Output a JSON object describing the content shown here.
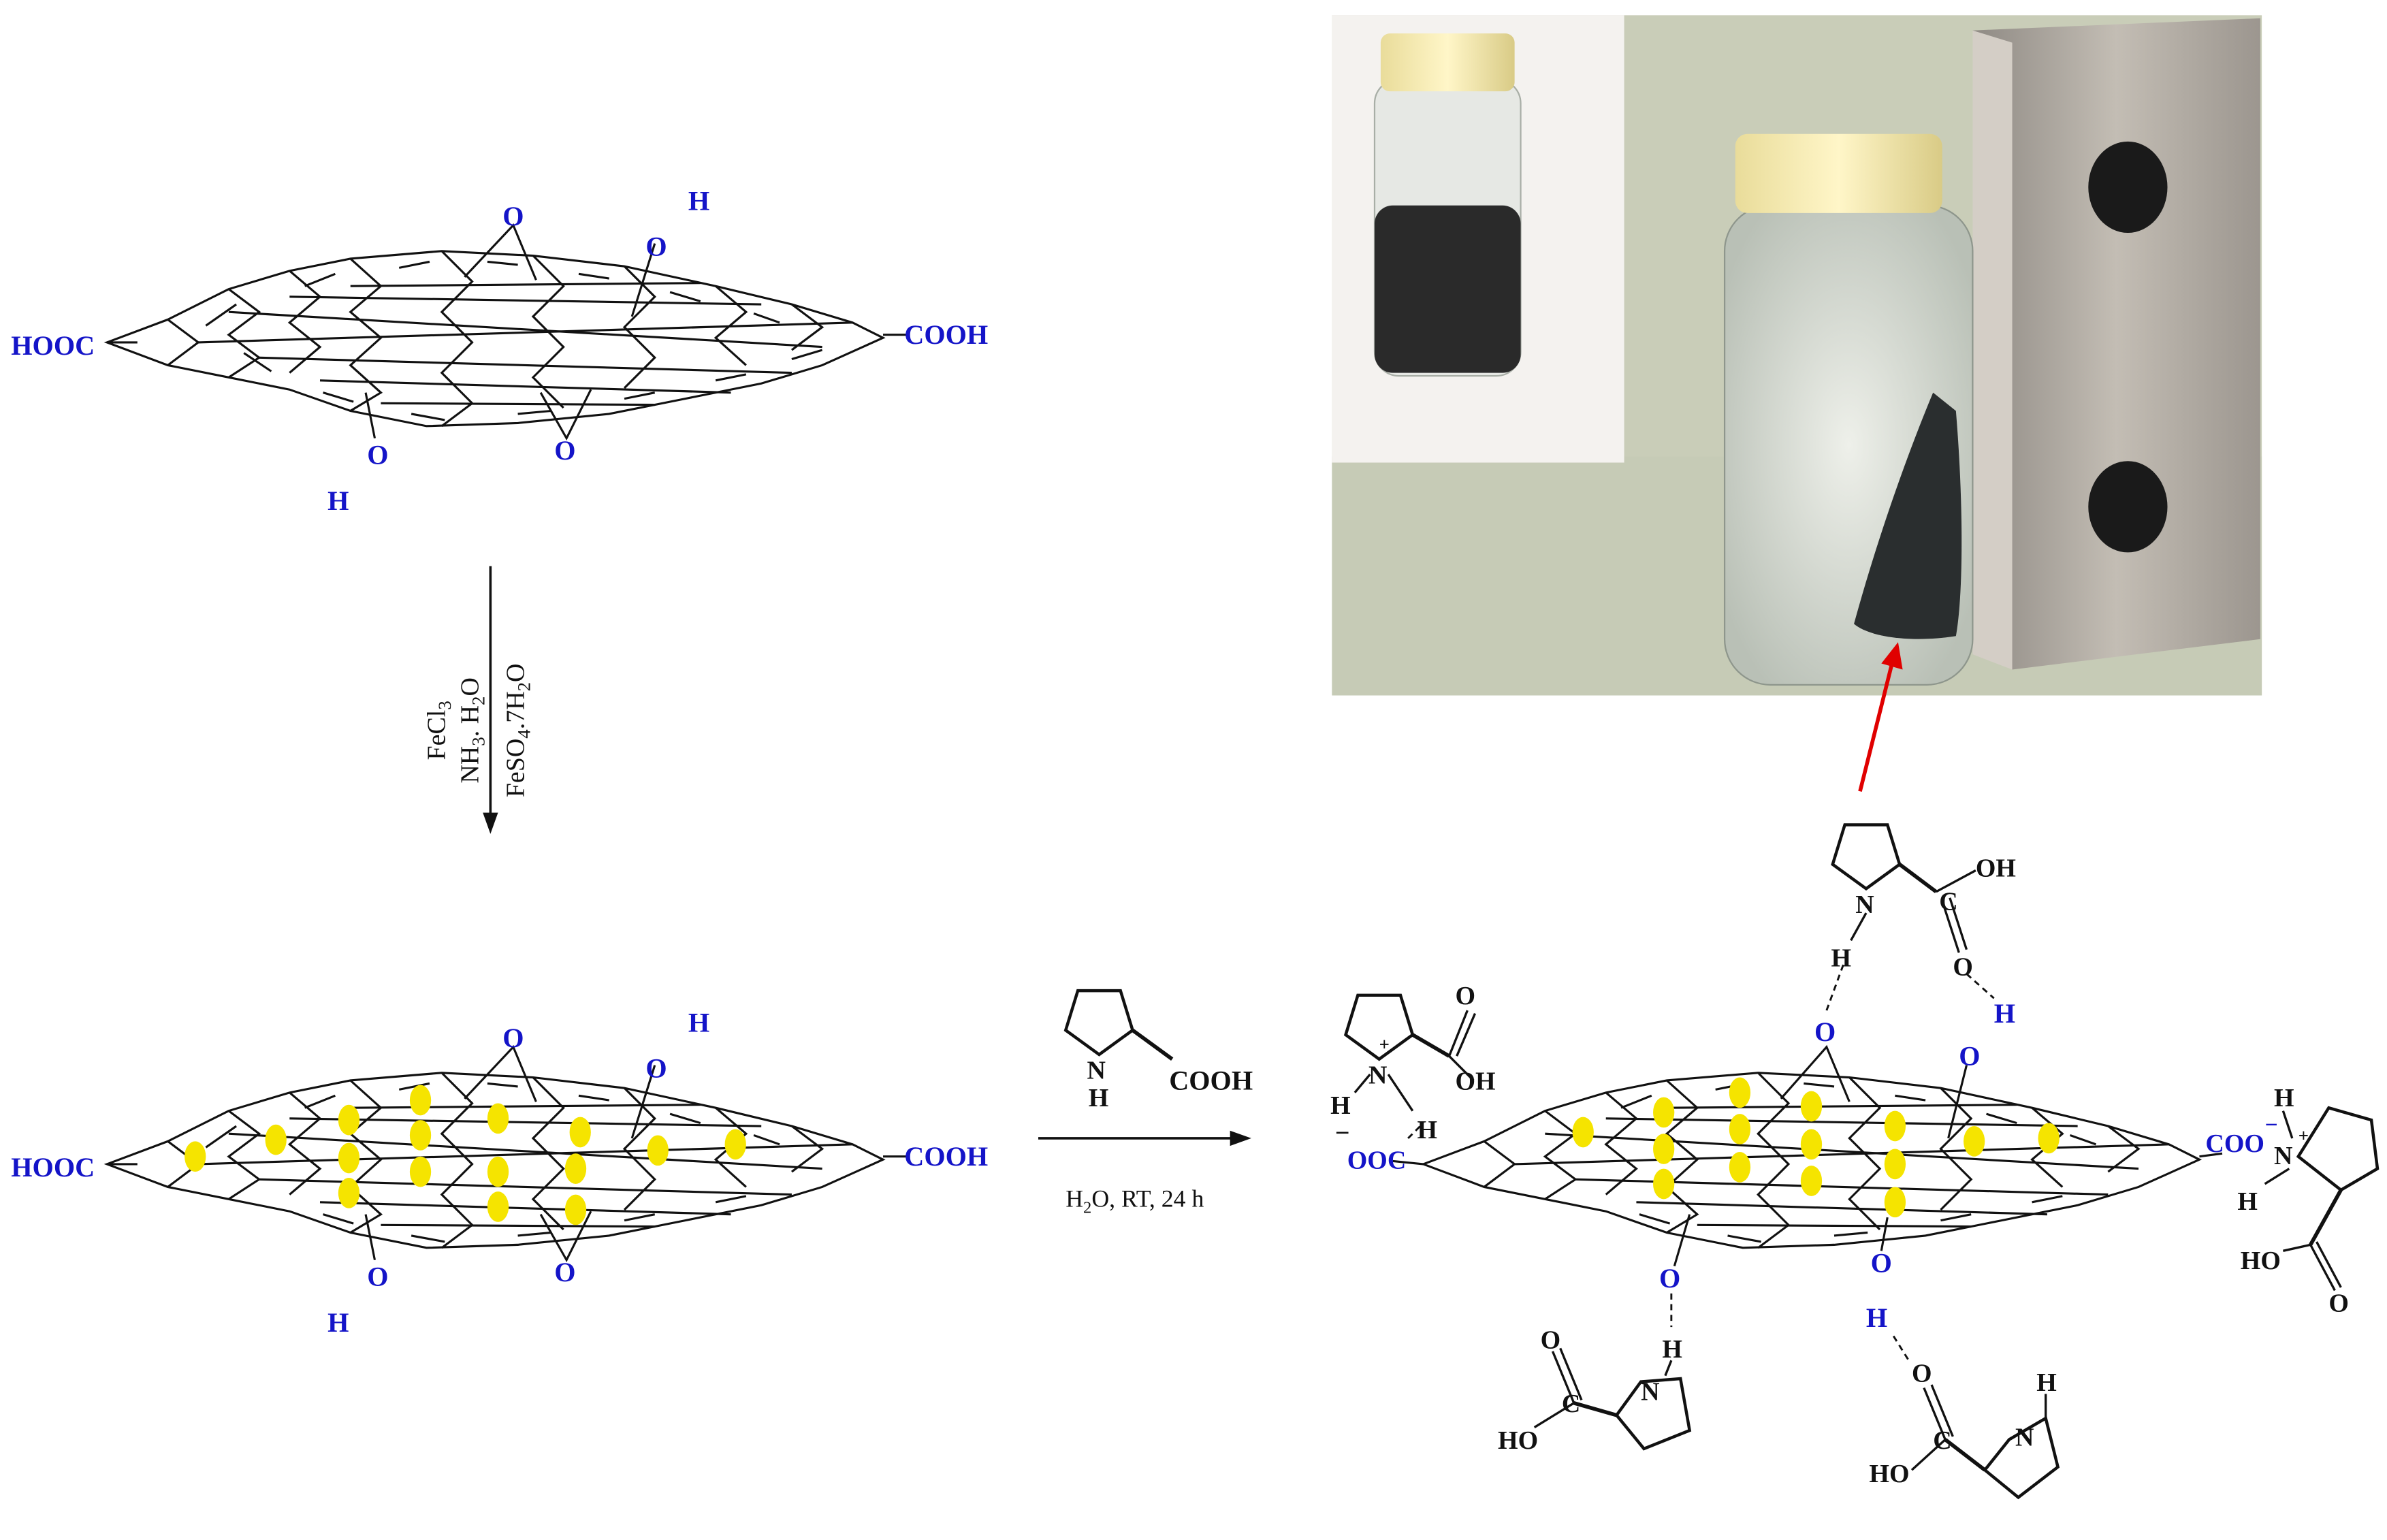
{
  "colors": {
    "heteroatom": "#1414c8",
    "bond": "#111111",
    "nanoparticle": "#f5e400",
    "magnet_arrow": "#e00000",
    "photo_bg": "#c9cdb8",
    "inset_bg": "#f4f2ef",
    "magnet": "#a9a29a"
  },
  "go": {
    "cooh_left": "HOOC",
    "cooh_right": "COOH",
    "o": "O",
    "h": "H"
  },
  "step1": {
    "reagent1": "FeCl",
    "reagent1_sub": "3",
    "reagent2": "NH",
    "reagent2_sub": "3",
    "reagent2_tail": ". H",
    "reagent2_sub2": "2",
    "reagent2_end": "O",
    "reagent3": "FeSO",
    "reagent3_sub": "4",
    "reagent3_tail": ".7H",
    "reagent3_sub2": "2",
    "reagent3_end": "O"
  },
  "step2": {
    "proline_n": "N",
    "proline_h": "H",
    "proline_cooh": "COOH",
    "cond_pre": "H",
    "cond_sub": "2",
    "cond_post": "O, RT, 24 h"
  },
  "product": {
    "ooc_left": "OOC",
    "coo_right": "COO",
    "minus": "−",
    "plus": "+",
    "n": "N",
    "h": "H",
    "o": "O",
    "oh": "OH",
    "ho": "HO",
    "c": "C"
  }
}
